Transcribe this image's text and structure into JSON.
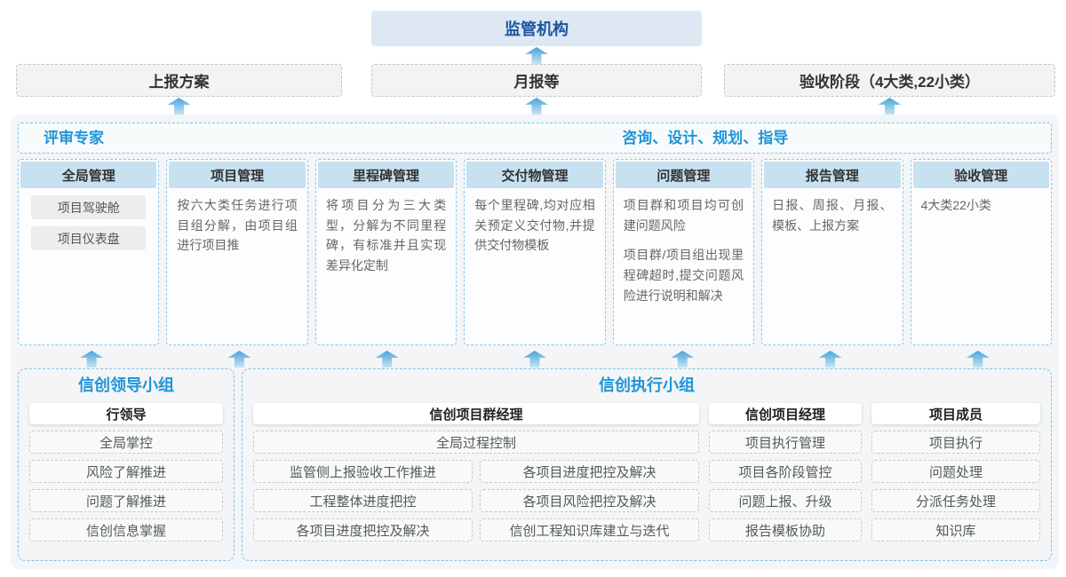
{
  "colors": {
    "accent_blue": "#2095d8",
    "navy_title": "#1b55a0",
    "regulator_bg": "#dde8f4",
    "module_header_bg": "#c8e1f1",
    "container_bg": "#f3f5f6",
    "dashed_blue_border": "#84c3e8",
    "arrow_blue": "#4aa4da"
  },
  "top": {
    "regulator": "监管机构",
    "outputs": [
      "上报方案",
      "月报等",
      "验收阶段（4大类,22小类）"
    ]
  },
  "review_bar": {
    "left_label": "评审专家",
    "right_label": "咨询、设计、规划、指导"
  },
  "modules": [
    {
      "title": "全局管理",
      "boxes": [
        "项目驾驶舱",
        "项目仪表盘"
      ]
    },
    {
      "title": "项目管理",
      "paragraphs": [
        "按六大类任务进行项目组分解，由项目组进行项目推"
      ]
    },
    {
      "title": "里程碑管理",
      "paragraphs": [
        "将项目分为三大类型，分解为不同里程碑，有标准并且实现差异化定制"
      ]
    },
    {
      "title": "交付物管理",
      "paragraphs": [
        "每个里程碑,均对应相关预定义交付物,并提供交付物模板"
      ]
    },
    {
      "title": "问题管理",
      "paragraphs": [
        "项目群和项目均可创建问题风险",
        "项目群/项目组出现里程碑超时,提交问题风险进行说明和解决"
      ]
    },
    {
      "title": "报告管理",
      "paragraphs": [
        "日报、周报、月报、模板、上报方案"
      ]
    },
    {
      "title": "验收管理",
      "paragraphs": [
        "4大类22小类"
      ]
    }
  ],
  "leader_group": {
    "title": "信创领导小组",
    "role": "行领导",
    "items": [
      "全局掌控",
      "风险了解推进",
      "问题了解推进",
      "信创信息掌握"
    ]
  },
  "exec_group": {
    "title": "信创执行小组",
    "program_manager": {
      "role": "信创项目群经理",
      "full_item": "全局过程控制",
      "left_items": [
        "监管侧上报验收工作推进",
        "工程整体进度把控",
        "各项目进度把控及解决"
      ],
      "right_items": [
        "各项目进度把控及解决",
        "各项目风险把控及解决",
        "信创工程知识库建立与迭代"
      ]
    },
    "project_manager": {
      "role": "信创项目经理",
      "items": [
        "项目执行管理",
        "项目各阶段管控",
        "问题上报、升级",
        "报告模板协助"
      ]
    },
    "member": {
      "role": "项目成员",
      "items": [
        "项目执行",
        "问题处理",
        "分派任务处理",
        "知识库"
      ]
    }
  }
}
